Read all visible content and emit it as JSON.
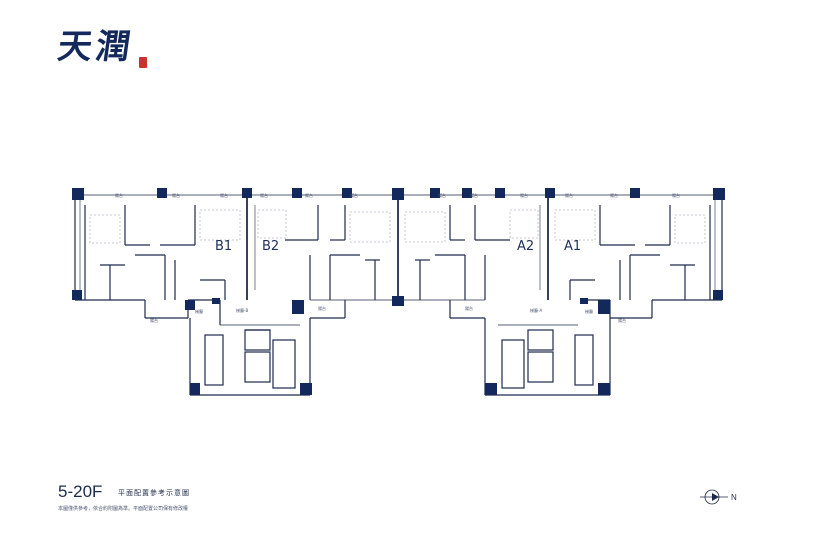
{
  "logo": {
    "text": "天潤"
  },
  "units": {
    "b1": "B1",
    "b2": "B2",
    "a2": "A2",
    "a1": "A1"
  },
  "floor": {
    "title": "5-20F",
    "subtitle": "平面配置參考示意圖",
    "disclaimer": "本圖僅供參考，依合約附圖為準。平面配置公司保有修改權"
  },
  "compass": {
    "north": "N"
  },
  "colors": {
    "navy": "#14295b",
    "wall": "#1f2a4d",
    "seal": "#c8342c"
  }
}
